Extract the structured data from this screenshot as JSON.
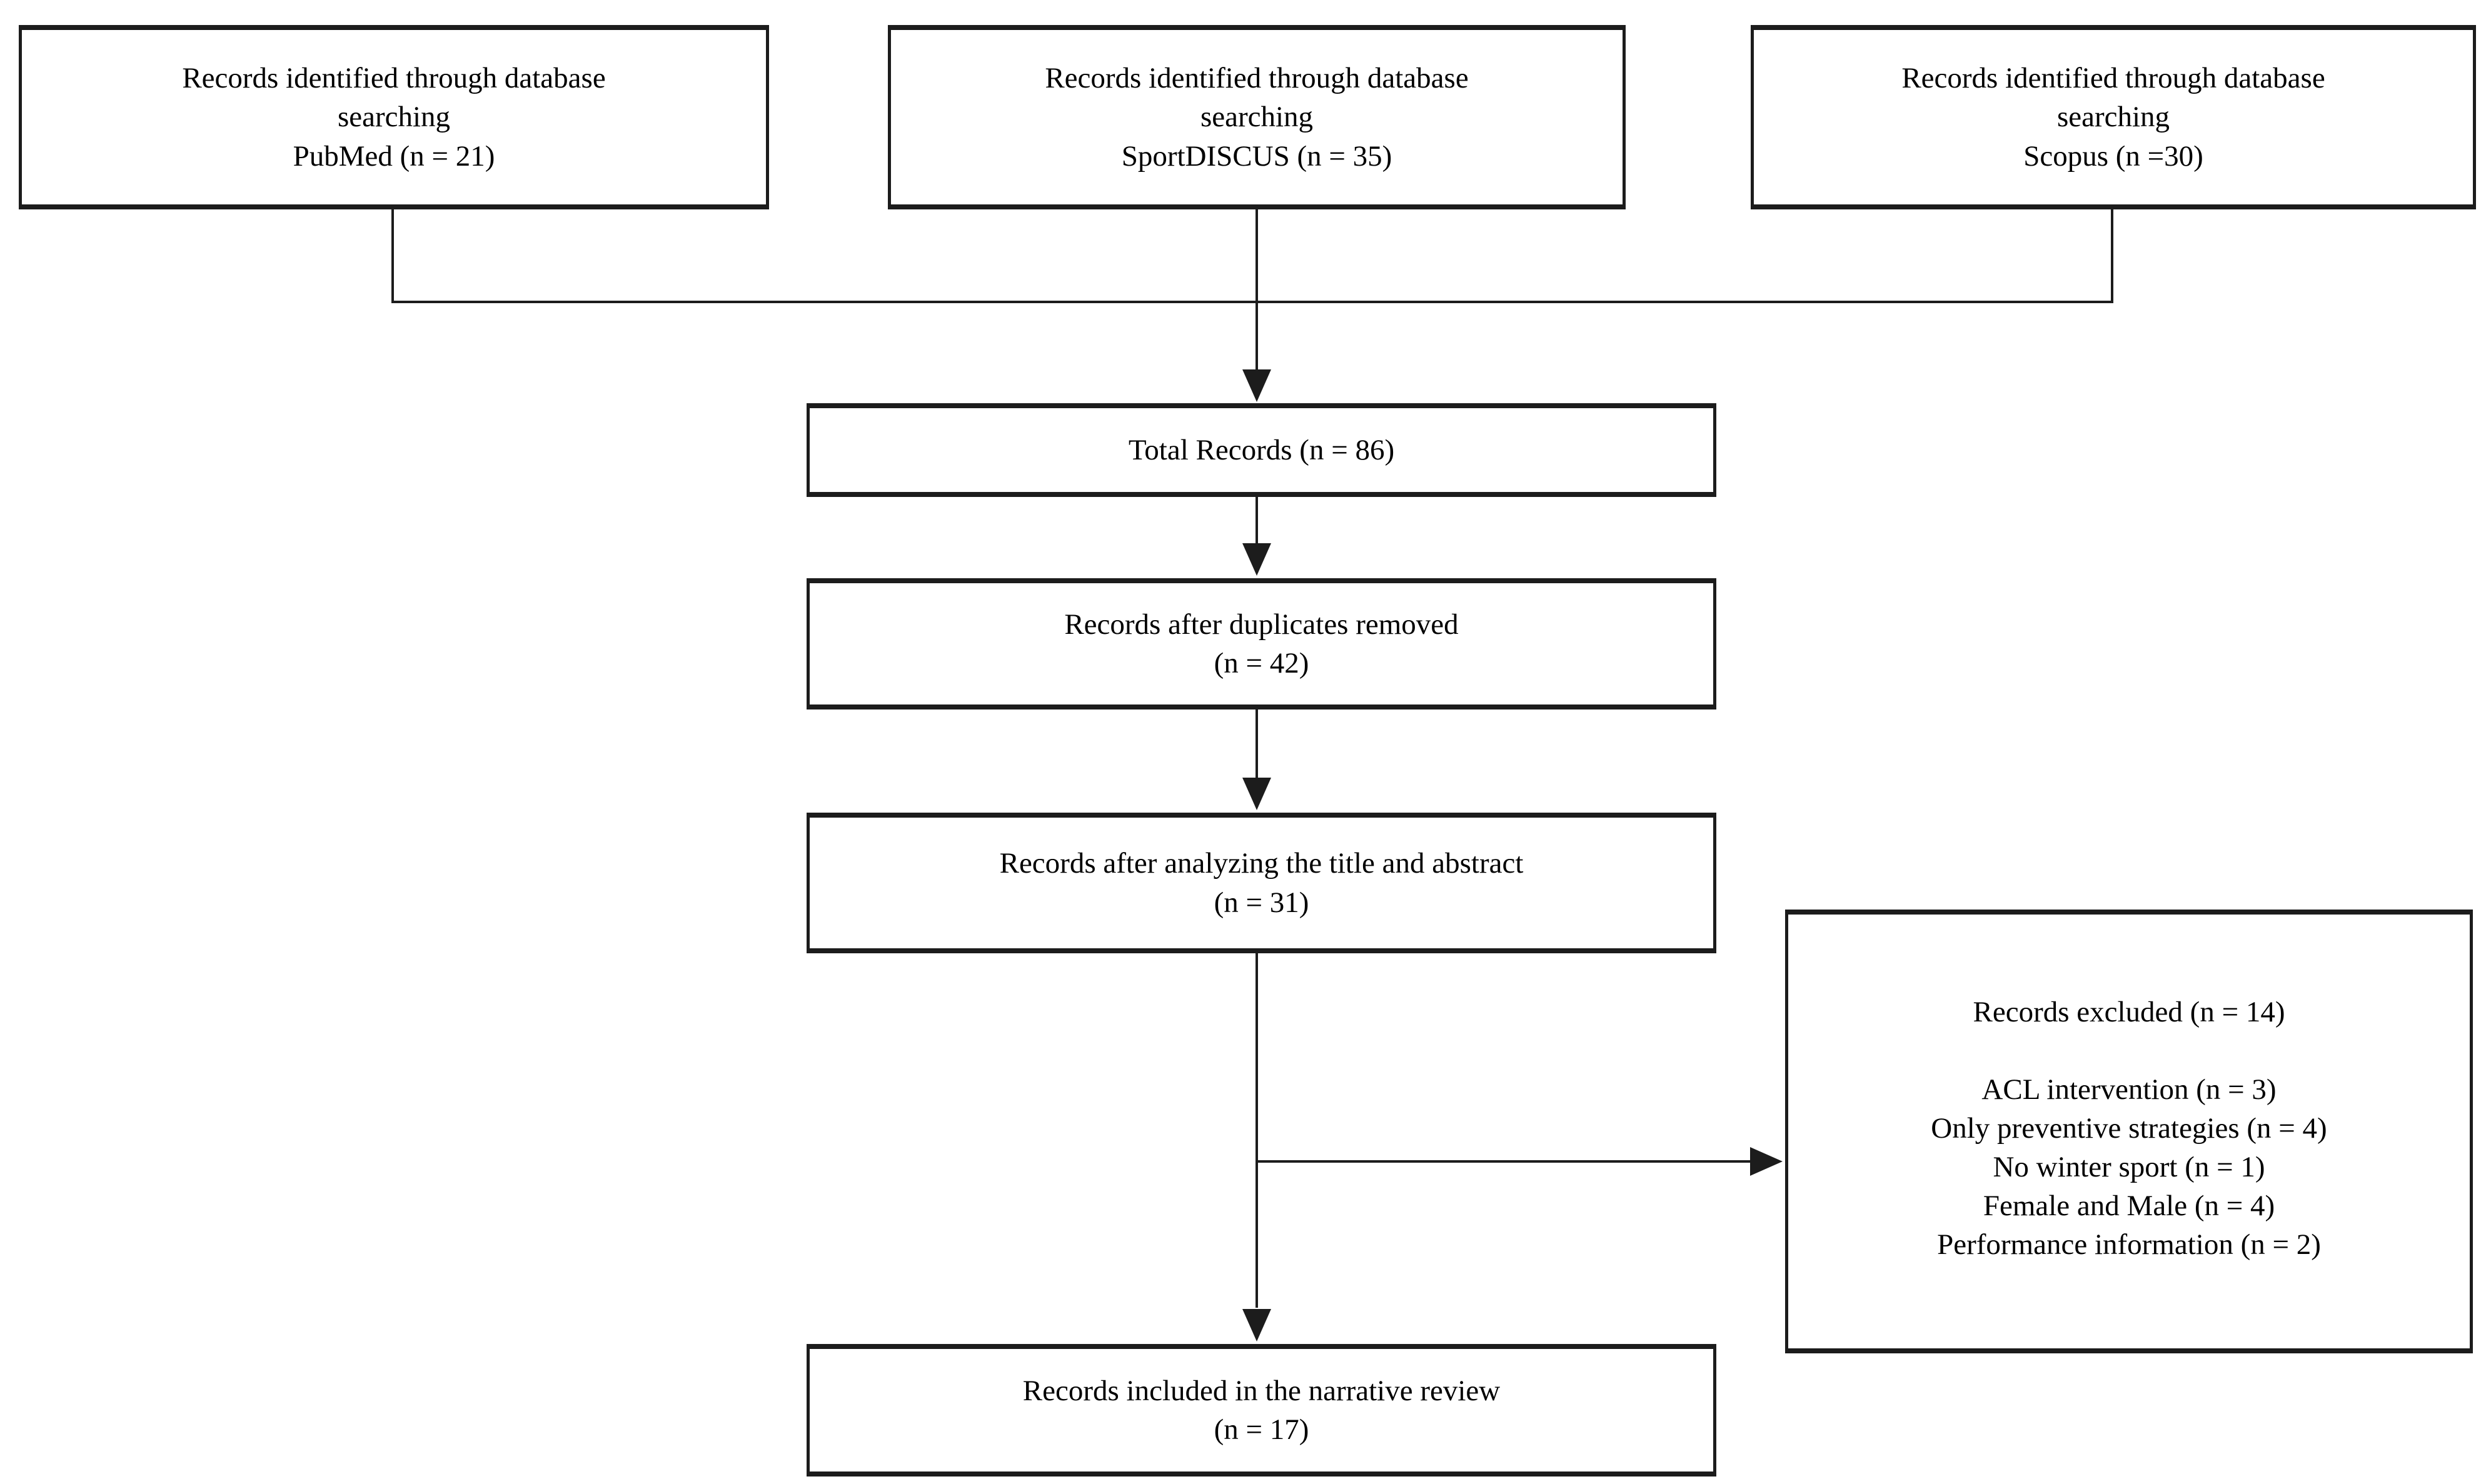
{
  "diagram": {
    "boxes": {
      "pubmed": {
        "lines": [
          "Records identified through database",
          "searching",
          "PubMed (n = 21)"
        ]
      },
      "sportdiscus": {
        "lines": [
          "Records identified through database",
          "searching",
          "SportDISCUS (n = 35)"
        ]
      },
      "scopus": {
        "lines": [
          "Records identified through database",
          "searching",
          "Scopus (n =30)"
        ]
      },
      "total": {
        "label": "Total Records (n = 86)"
      },
      "duplicates": {
        "lines": [
          "Records after duplicates removed",
          "(n = 42)"
        ]
      },
      "title_abstract": {
        "lines": [
          "Records after analyzing the title and abstract",
          "(n = 31)"
        ]
      },
      "excluded": {
        "title": "Records excluded (n = 14)",
        "reasons": [
          "ACL intervention (n = 3)",
          "Only preventive strategies (n = 4)",
          "No winter sport (n = 1)",
          "Female and Male (n = 4)",
          "Performance information (n = 2)"
        ]
      },
      "included": {
        "lines": [
          "Records included in the narrative review",
          "(n = 17)"
        ]
      }
    },
    "colors": {
      "border": "#1c1c1c",
      "background": "#ffffff",
      "text": "#000000"
    }
  }
}
